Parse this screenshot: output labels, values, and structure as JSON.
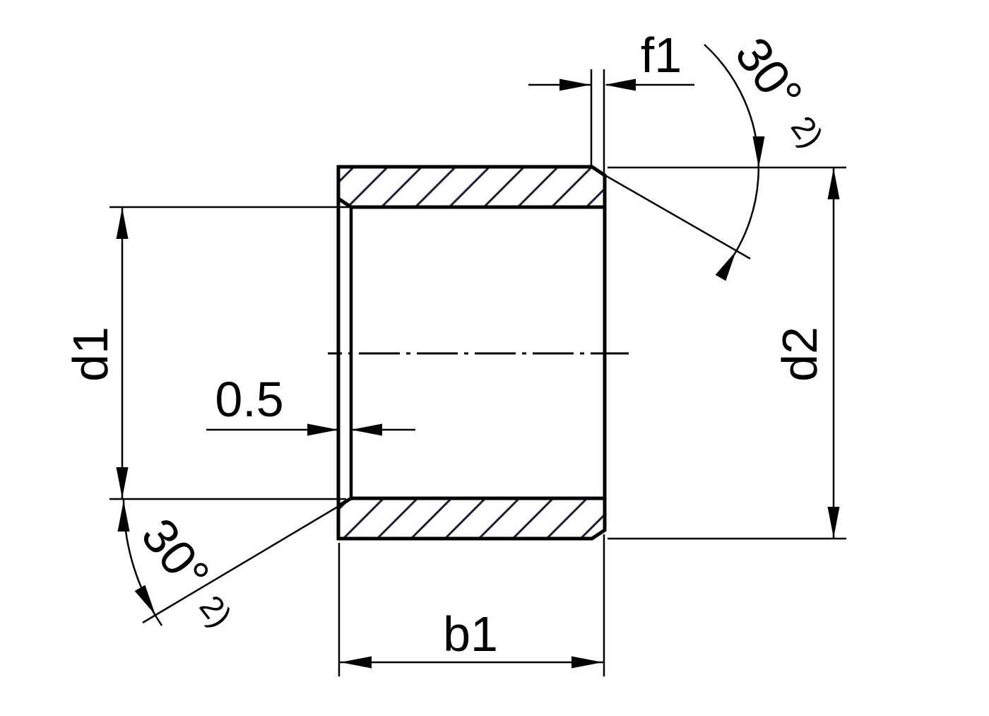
{
  "drawing": {
    "type": "technical-drawing",
    "subject": "sleeve-bushing-cross-section"
  },
  "labels": {
    "f1": "f1",
    "d1": "d1",
    "d2": "d2",
    "b1": "b1",
    "liner": "0.5",
    "angle_top": "30°",
    "angle_top_note": "2)",
    "angle_bottom": "30°",
    "angle_bottom_note": "2)"
  },
  "colors": {
    "line": "#000000",
    "hatch": "#1e1e38",
    "background": "#ffffff"
  }
}
